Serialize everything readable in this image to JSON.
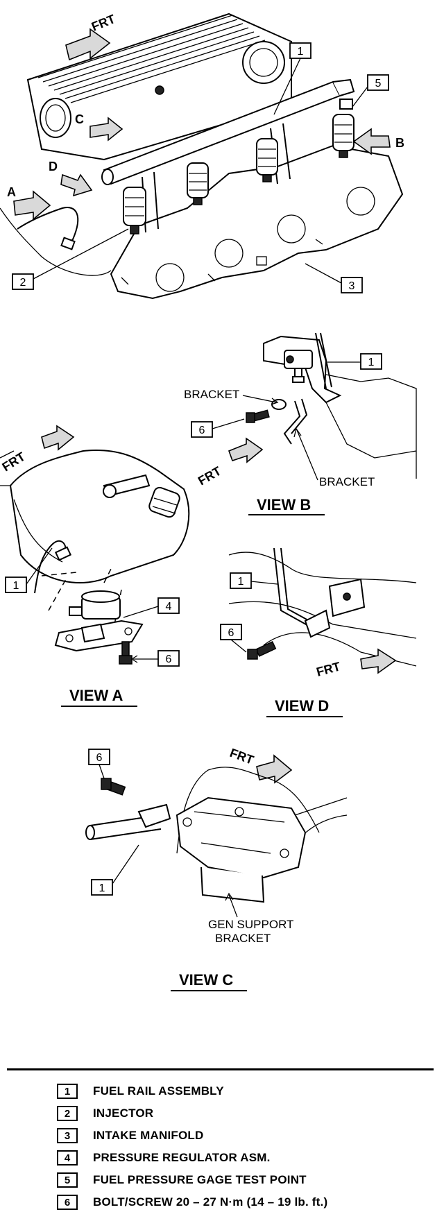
{
  "main_view": {
    "frt": "FRT",
    "view_letters": {
      "a": "A",
      "b": "B",
      "c": "C",
      "d": "D"
    },
    "callouts": [
      "1",
      "2",
      "3",
      "5"
    ]
  },
  "view_b": {
    "title": "VIEW B",
    "bracket_upper": "BRACKET",
    "bracket_lower": "BRACKET",
    "frt": "FRT",
    "callouts": [
      "1",
      "6"
    ]
  },
  "view_a": {
    "title": "VIEW A",
    "frt": "FRT",
    "callouts": [
      "1",
      "4",
      "6"
    ]
  },
  "view_d": {
    "title": "VIEW D",
    "frt": "FRT",
    "callouts": [
      "1",
      "6"
    ]
  },
  "view_c": {
    "title": "VIEW C",
    "frt": "FRT",
    "gen_support_line1": "GEN SUPPORT",
    "gen_support_line2": "BRACKET",
    "callouts": [
      "6",
      "1"
    ]
  },
  "legend": [
    {
      "num": "1",
      "text": "FUEL RAIL ASSEMBLY"
    },
    {
      "num": "2",
      "text": "INJECTOR"
    },
    {
      "num": "3",
      "text": "INTAKE MANIFOLD"
    },
    {
      "num": "4",
      "text": "PRESSURE REGULATOR ASM."
    },
    {
      "num": "5",
      "text": "FUEL PRESSURE GAGE TEST POINT"
    },
    {
      "num": "6",
      "text": "BOLT/SCREW 20 – 27 N·m (14 – 19 lb. ft.)"
    }
  ]
}
